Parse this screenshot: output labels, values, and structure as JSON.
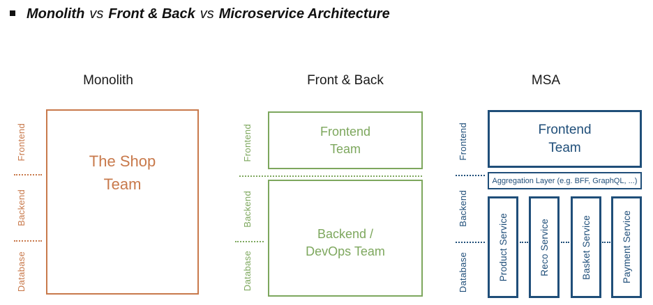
{
  "title": {
    "bullet_icon": "square-bullet",
    "part1": "Monolith",
    "vs1": "vs",
    "part2": "Front & Back",
    "vs2": "vs",
    "part3": "Microservice Architecture"
  },
  "colors": {
    "orange": "#C8794B",
    "green": "#7DA75D",
    "blue": "#1F4E79",
    "title-text": "#111111",
    "heading-text": "#1A1A1A",
    "bg": "#FFFFFF"
  },
  "layers": [
    "Frontend",
    "Backend",
    "Database"
  ],
  "columns": {
    "monolith": {
      "heading": "Monolith",
      "team_label": "The Shop\nTeam"
    },
    "front_back": {
      "heading": "Front & Back",
      "frontend_team_label": "Frontend\nTeam",
      "backend_team_label": "Backend /\nDevOps Team"
    },
    "msa": {
      "heading": "MSA",
      "frontend_team_label": "Frontend\nTeam",
      "aggregation_label": "Aggregation Layer (e.g. BFF, GraphQL, ...)",
      "services": [
        "Product Service",
        "Reco Service",
        "Basket Service",
        "Payment Service"
      ]
    }
  }
}
